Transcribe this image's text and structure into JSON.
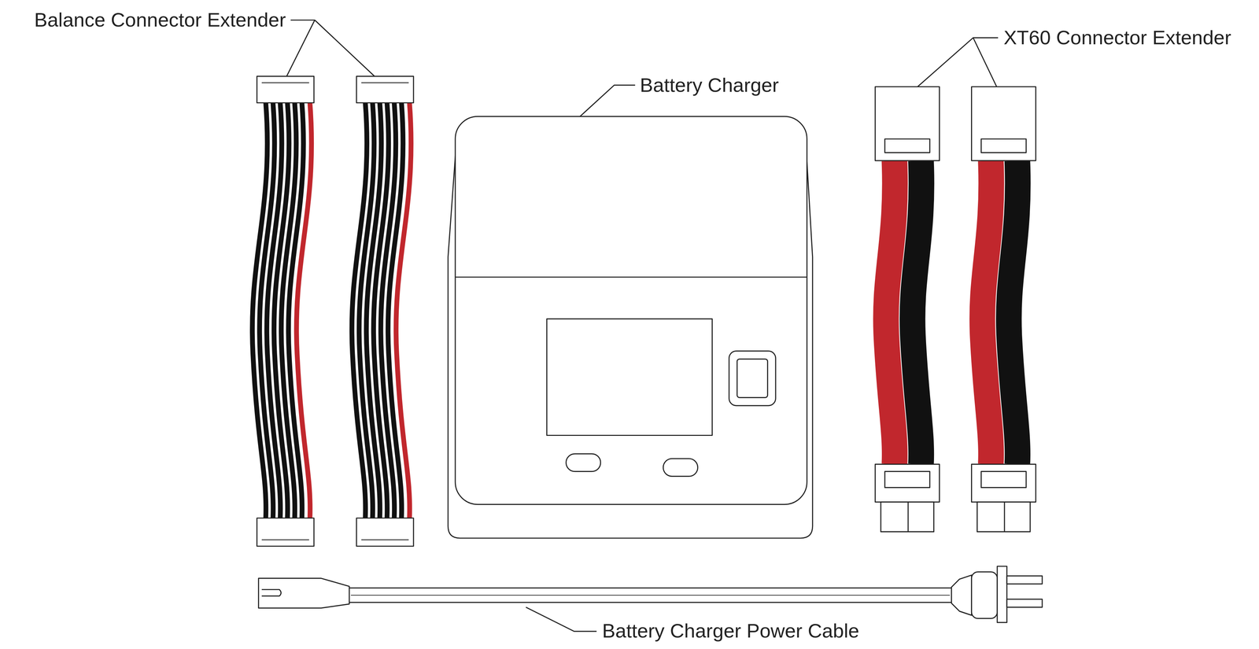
{
  "diagram": {
    "labels": [
      "Balance Connector Extender",
      "Battery Charger",
      "XT60 Connector Extender",
      "Battery Charger Power Cable"
    ]
  }
}
